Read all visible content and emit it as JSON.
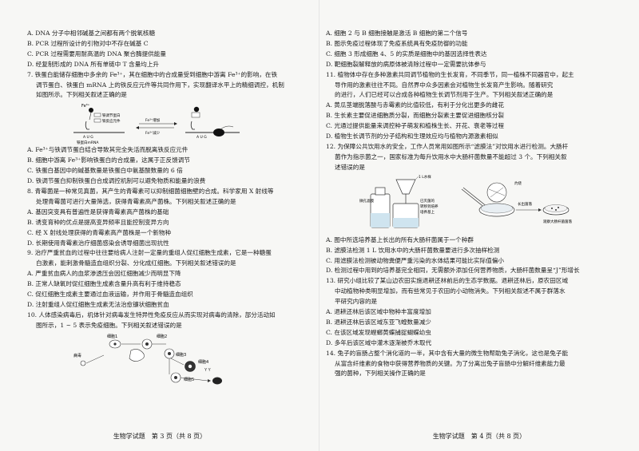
{
  "left_page": {
    "lines": [
      "A. DNA 分子中相邻碱基之间都有两个脱氧核糖",
      "B. PCR 过程所设计的引物对中不存在碱基 C",
      "C. PCR 过程需要用耐高温的 DNA 聚合酶提供能量",
      "D. 经复制形成的 DNA 所有单链中 T 含量均上升"
    ],
    "q7": [
      "7. 铁蛋白能储存细胞中多余的 Fe³⁺，其在细胞中的合成量受到细胞中游离 Fe³⁺的影响，在铁",
      "调节蛋白、铁蛋白 mRNA 上的铁反应元件等共同作用下，实现翻译水平上的精细调控，机制",
      "如图所示。下列相关叙述正确的是"
    ],
    "q7_fig": {
      "label_fe_top": "Fe³⁺",
      "label_protein": "铁调节蛋白",
      "label_element": "铁反应元件",
      "label_mrna": "铁蛋白mRNA",
      "label_aug_left": "A U G",
      "label_aug_right": "A U G",
      "label_inc": "Fe³⁺增加",
      "label_dec": "Fe³⁺减少"
    },
    "q7_opts": [
      "A. Fe³⁺与铁调节蛋白结合导致其完全失活而脱离铁反应元件",
      "B. 细胞中游离 Fe³⁺影响铁蛋白的合成量，这属于正反馈调节",
      "C. 铁蛋白基因中的碱基数量是铁蛋白中氨基酸数量的 6 倍",
      "D. 铁调节蛋白抑制铁蛋白合成调控机制可以避免物质和能量的浪费"
    ],
    "q8": [
      "8. 青霉菌是一种常见真菌，其产生的青霉素可以抑制细菌细胞壁的合成。科学家用 X 射线等",
      "处理青霉菌可进行大量筛选，获得青霉素高产菌株。下列相关叙述正确的是"
    ],
    "q8_opts": [
      "A. 基因突变具有普遍性是获得青霉素高产菌株的基础",
      "B. 诱变育种的优点是提高变异频率且能控制变异方向",
      "C. 经 X 射线处理获得的青霉素高产菌株是一个新物种",
      "D. 长期使用青霉素治疗细菌感染会诱导细菌出现抗性"
    ],
    "q9": [
      "9. 治疗严重贫血的过程中往往要给病人注射一定量的重组人促红细胞生成素，它是一种糖蛋",
      "白激素，能刺激骨髓造血组织分裂、分化成红细胞。下列相关叙述错误的是"
    ],
    "q9_opts": [
      "A. 严重贫血病人的血浆渗透压会因红细胞减少而明显下降",
      "B. 正常人缺氧时促红细胞生成素含量升高有利于维持稳态",
      "C. 促红细胞生成素主要通过血液运输，并作用于骨髓造血组织",
      "D. 注射重组人促红细胞生成素无法治愈镰状细胞贫血"
    ],
    "q10": [
      "10. 人体感染病毒后，机体针对病毒发生特异性免疫反应从而实现对病毒的清除，部分活动如",
      "图所示，1 ~ 5 表示免疫细胞。下列相关叙述错误的是"
    ],
    "q10_fig": {
      "cell1": "细胞1",
      "cell2": "细胞2",
      "cell3": "细胞3",
      "cell4": "细胞4",
      "cell5": "细胞5",
      "virus": "病毒"
    },
    "footer": "生物学试题　第 3 页（共 8 页）"
  },
  "right_page": {
    "lines": [
      "A. 细胞 2 与 B 细胞接触是激活 B 细胞的第二个信号",
      "B. 图示免疫过程体现了免疫系统具有免疫防御的功能",
      "C. 细胞 3 形成细胞 4、5 的实质是细胞中的基因选择性表达",
      "D. 靶细胞裂解释放的病原体被清除过程中一定需要抗体参与"
    ],
    "q11": [
      "11. 植物体中存在多种激素共同调节植物的生长发育，不同季节，同一植株不同器官中，起主",
      "导作用的激素往往不同。自然界中众多因素会对植物生长发育产生影响。随着研究",
      "的进行，人们已经可以合成各种植物生长调节剂用于生产。下列相关叙述正确的是"
    ],
    "q11_opts": [
      "A. 黄瓜茎端脱落酸与赤霉素的比值较低，有利于分化出更多的雌花",
      "B. 生长素主要促进细胞质分裂，而细胞分裂素主要促进细胞核分裂",
      "C. 光通过提供能量来调控种子萌发和植株生长、开花、衰老等过程",
      "D. 植物生长调节剂的分子结构和生理效应均与植物内源激素相似"
    ],
    "q12": [
      "12. 为保障公共饮用水的安全，工作人员常用如图所示“滤膜法”对饮用水进行检测。大肠杆",
      "菌作为指示菌之一，国家标准为每升饮用水中大肠杆菌数量不能超过 3 个。下列相关叙",
      "述错误的是"
    ],
    "q12_fig": {
      "label_water": "1 L水样",
      "label_membrane": "微孔滤膜",
      "label_sterile": "已灭菌的",
      "label_vessel": "转移到培养",
      "label_medium": "培养基上",
      "label_flame": "灼烧",
      "label_colony": "长出菌落",
      "label_count": "观察大肠杆菌菌落"
    },
    "q12_opts": [
      "A. 图中所选培养基上长出的所有大肠杆菌属于一个种群",
      "B. 滤膜法检测 1 L 饮用水中的大肠杆菌数量要进行多次抽样检测",
      "C. 用滤膜法检测被动物粪便严重污染的水体结果可能比实际值偏小",
      "D. 检测过程中用到的培养基完全相同，无需额外添加任何营养物质，大肠杆菌数量呈“J”形增长"
    ],
    "q13": [
      "13. 研究小组比较了某山边农田实施退耕还林前后的生态学数据。退耕还林后，原农田区域",
      "中动植物种类明显增加，而有些常见于农田的小动物消失。下列相关叙述不属于群落水",
      "平研究内容的是"
    ],
    "q13_opts": [
      "A. 退耕还林后该区域中物种丰富度增加",
      "B. 退耕还林后该区域东亚飞蝗数量减少",
      "C. 在该区域发现螳螂黄蝶捕捉蝴蝶幼虫",
      "D. 多年后该区域中灌木逐渐被乔木取代"
    ],
    "q14": [
      "14. 兔子的盲肠占整个消化道的一半，其中含有大量的微生物帮助兔子消化，这也是兔子能",
      "从富含纤维素的食物中获得营养物质的关键。为了分离出兔子盲肠中分解纤维素能力最",
      "强的菌种，下列相关操作正确的是"
    ],
    "footer": "生物学试题　第 4 页（共 8 页）"
  }
}
